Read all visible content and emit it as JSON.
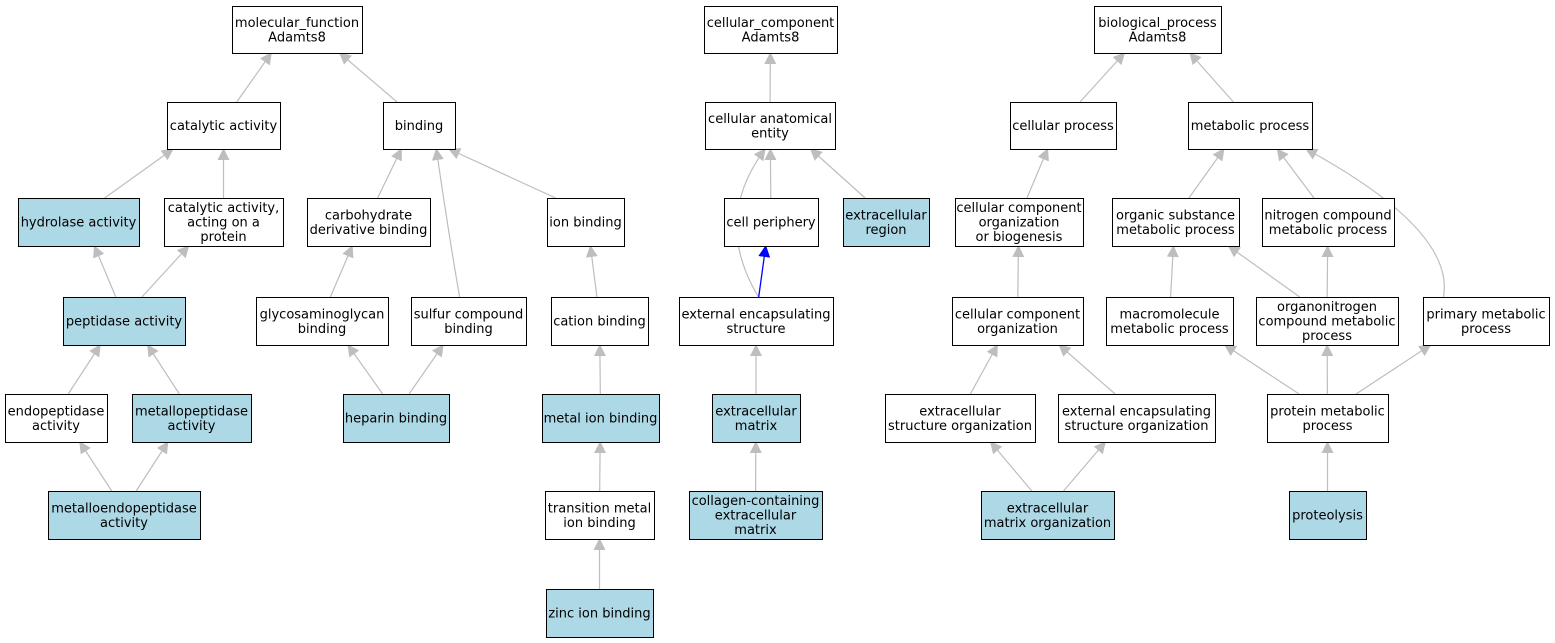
{
  "colors": {
    "highlight_fill": "#add8e6",
    "plain_fill": "#ffffff",
    "node_border": "#000000",
    "edge_gray": "#bebebe",
    "edge_blue": "#0000ff"
  },
  "nodes": {
    "mf_root": {
      "lines": [
        "molecular_function",
        "Adamts8"
      ],
      "highlight": false
    },
    "catalytic": {
      "lines": [
        "catalytic activity"
      ],
      "highlight": false
    },
    "binding": {
      "lines": [
        "binding"
      ],
      "highlight": false
    },
    "hydrolase": {
      "lines": [
        "hydrolase activity"
      ],
      "highlight": true
    },
    "cat_protein": {
      "lines": [
        "catalytic activity,",
        "acting on a",
        "protein"
      ],
      "highlight": false
    },
    "carb_binding": {
      "lines": [
        "carbohydrate",
        "derivative binding"
      ],
      "highlight": false
    },
    "ion_binding": {
      "lines": [
        "ion binding"
      ],
      "highlight": false
    },
    "peptidase": {
      "lines": [
        "peptidase activity"
      ],
      "highlight": true
    },
    "gag_binding": {
      "lines": [
        "glycosaminoglycan",
        "binding"
      ],
      "highlight": false
    },
    "sulfur_binding": {
      "lines": [
        "sulfur compound",
        "binding"
      ],
      "highlight": false
    },
    "cation_binding": {
      "lines": [
        "cation binding"
      ],
      "highlight": false
    },
    "endopeptidase": {
      "lines": [
        "endopeptidase",
        "activity"
      ],
      "highlight": false
    },
    "metallopeptidase": {
      "lines": [
        "metallopeptidase",
        "activity"
      ],
      "highlight": true
    },
    "heparin": {
      "lines": [
        "heparin binding"
      ],
      "highlight": true
    },
    "metal_ion": {
      "lines": [
        "metal ion binding"
      ],
      "highlight": true
    },
    "metalloendo": {
      "lines": [
        "metalloendopeptidase",
        "activity"
      ],
      "highlight": true
    },
    "transition_metal": {
      "lines": [
        "transition metal",
        "ion binding"
      ],
      "highlight": false
    },
    "zinc": {
      "lines": [
        "zinc ion binding"
      ],
      "highlight": true
    },
    "cc_root": {
      "lines": [
        "cellular_component",
        "Adamts8"
      ],
      "highlight": false
    },
    "cell_anat": {
      "lines": [
        "cellular anatomical",
        "entity"
      ],
      "highlight": false
    },
    "cell_periphery": {
      "lines": [
        "cell periphery"
      ],
      "highlight": false
    },
    "ec_region": {
      "lines": [
        "extracellular",
        "region"
      ],
      "highlight": true
    },
    "ext_encap": {
      "lines": [
        "external encapsulating",
        "structure"
      ],
      "highlight": false
    },
    "ec_matrix": {
      "lines": [
        "extracellular",
        "matrix"
      ],
      "highlight": true
    },
    "collagen": {
      "lines": [
        "collagen-containing",
        "extracellular",
        "matrix"
      ],
      "highlight": true
    },
    "bp_root": {
      "lines": [
        "biological_process",
        "Adamts8"
      ],
      "highlight": false
    },
    "cell_process": {
      "lines": [
        "cellular process"
      ],
      "highlight": false
    },
    "metabolic": {
      "lines": [
        "metabolic process"
      ],
      "highlight": false
    },
    "cc_org_bio": {
      "lines": [
        "cellular component",
        "organization",
        "or biogenesis"
      ],
      "highlight": false
    },
    "organic_sub": {
      "lines": [
        "organic substance",
        "metabolic process"
      ],
      "highlight": false
    },
    "nitrogen_comp": {
      "lines": [
        "nitrogen compound",
        "metabolic process"
      ],
      "highlight": false
    },
    "cc_org": {
      "lines": [
        "cellular component",
        "organization"
      ],
      "highlight": false
    },
    "macromolecule": {
      "lines": [
        "macromolecule",
        "metabolic process"
      ],
      "highlight": false
    },
    "organonitrogen": {
      "lines": [
        "organonitrogen",
        "compound metabolic",
        "process"
      ],
      "highlight": false
    },
    "primary_met": {
      "lines": [
        "primary metabolic",
        "process"
      ],
      "highlight": false
    },
    "ec_struct_org": {
      "lines": [
        "extracellular",
        "structure organization"
      ],
      "highlight": false
    },
    "ext_encap_org": {
      "lines": [
        "external encapsulating",
        "structure organization"
      ],
      "highlight": false
    },
    "protein_met": {
      "lines": [
        "protein metabolic",
        "process"
      ],
      "highlight": false
    },
    "ecm_org": {
      "lines": [
        "extracellular",
        "matrix organization"
      ],
      "highlight": true
    },
    "proteolysis": {
      "lines": [
        "proteolysis"
      ],
      "highlight": true
    }
  },
  "edges": [
    {
      "from": "catalytic",
      "to": "mf_root",
      "color": "gray"
    },
    {
      "from": "binding",
      "to": "mf_root",
      "color": "gray"
    },
    {
      "from": "hydrolase",
      "to": "catalytic",
      "color": "gray"
    },
    {
      "from": "cat_protein",
      "to": "catalytic",
      "color": "gray"
    },
    {
      "from": "carb_binding",
      "to": "binding",
      "color": "gray"
    },
    {
      "from": "sulfur_binding",
      "to": "binding",
      "color": "gray"
    },
    {
      "from": "ion_binding",
      "to": "binding",
      "color": "gray"
    },
    {
      "from": "peptidase",
      "to": "hydrolase",
      "color": "gray"
    },
    {
      "from": "peptidase",
      "to": "cat_protein",
      "color": "gray"
    },
    {
      "from": "gag_binding",
      "to": "carb_binding",
      "color": "gray"
    },
    {
      "from": "cation_binding",
      "to": "ion_binding",
      "color": "gray"
    },
    {
      "from": "endopeptidase",
      "to": "peptidase",
      "color": "gray"
    },
    {
      "from": "metallopeptidase",
      "to": "peptidase",
      "color": "gray"
    },
    {
      "from": "heparin",
      "to": "gag_binding",
      "color": "gray"
    },
    {
      "from": "heparin",
      "to": "sulfur_binding",
      "color": "gray"
    },
    {
      "from": "metal_ion",
      "to": "cation_binding",
      "color": "gray"
    },
    {
      "from": "metalloendo",
      "to": "endopeptidase",
      "color": "gray"
    },
    {
      "from": "metalloendo",
      "to": "metallopeptidase",
      "color": "gray"
    },
    {
      "from": "transition_metal",
      "to": "metal_ion",
      "color": "gray"
    },
    {
      "from": "zinc",
      "to": "transition_metal",
      "color": "gray"
    },
    {
      "from": "cell_anat",
      "to": "cc_root",
      "color": "gray"
    },
    {
      "from": "cell_periphery",
      "to": "cell_anat",
      "color": "gray"
    },
    {
      "from": "ec_region",
      "to": "cell_anat",
      "color": "gray"
    },
    {
      "from": "ext_encap",
      "to": "cell_anat",
      "color": "gray"
    },
    {
      "from": "ext_encap",
      "to": "cell_periphery",
      "color": "blue"
    },
    {
      "from": "ec_matrix",
      "to": "ext_encap",
      "color": "gray"
    },
    {
      "from": "collagen",
      "to": "ec_matrix",
      "color": "gray"
    },
    {
      "from": "cell_process",
      "to": "bp_root",
      "color": "gray"
    },
    {
      "from": "metabolic",
      "to": "bp_root",
      "color": "gray"
    },
    {
      "from": "cc_org_bio",
      "to": "cell_process",
      "color": "gray"
    },
    {
      "from": "organic_sub",
      "to": "metabolic",
      "color": "gray"
    },
    {
      "from": "nitrogen_comp",
      "to": "metabolic",
      "color": "gray"
    },
    {
      "from": "primary_met",
      "to": "metabolic",
      "color": "gray"
    },
    {
      "from": "cc_org",
      "to": "cc_org_bio",
      "color": "gray"
    },
    {
      "from": "macromolecule",
      "to": "organic_sub",
      "color": "gray"
    },
    {
      "from": "organonitrogen",
      "to": "organic_sub",
      "color": "gray"
    },
    {
      "from": "organonitrogen",
      "to": "nitrogen_comp",
      "color": "gray"
    },
    {
      "from": "ec_struct_org",
      "to": "cc_org",
      "color": "gray"
    },
    {
      "from": "ext_encap_org",
      "to": "cc_org",
      "color": "gray"
    },
    {
      "from": "protein_met",
      "to": "macromolecule",
      "color": "gray"
    },
    {
      "from": "protein_met",
      "to": "organonitrogen",
      "color": "gray"
    },
    {
      "from": "protein_met",
      "to": "primary_met",
      "color": "gray"
    },
    {
      "from": "ecm_org",
      "to": "ec_struct_org",
      "color": "gray"
    },
    {
      "from": "ecm_org",
      "to": "ext_encap_org",
      "color": "gray"
    },
    {
      "from": "proteolysis",
      "to": "protein_met",
      "color": "gray"
    }
  ]
}
